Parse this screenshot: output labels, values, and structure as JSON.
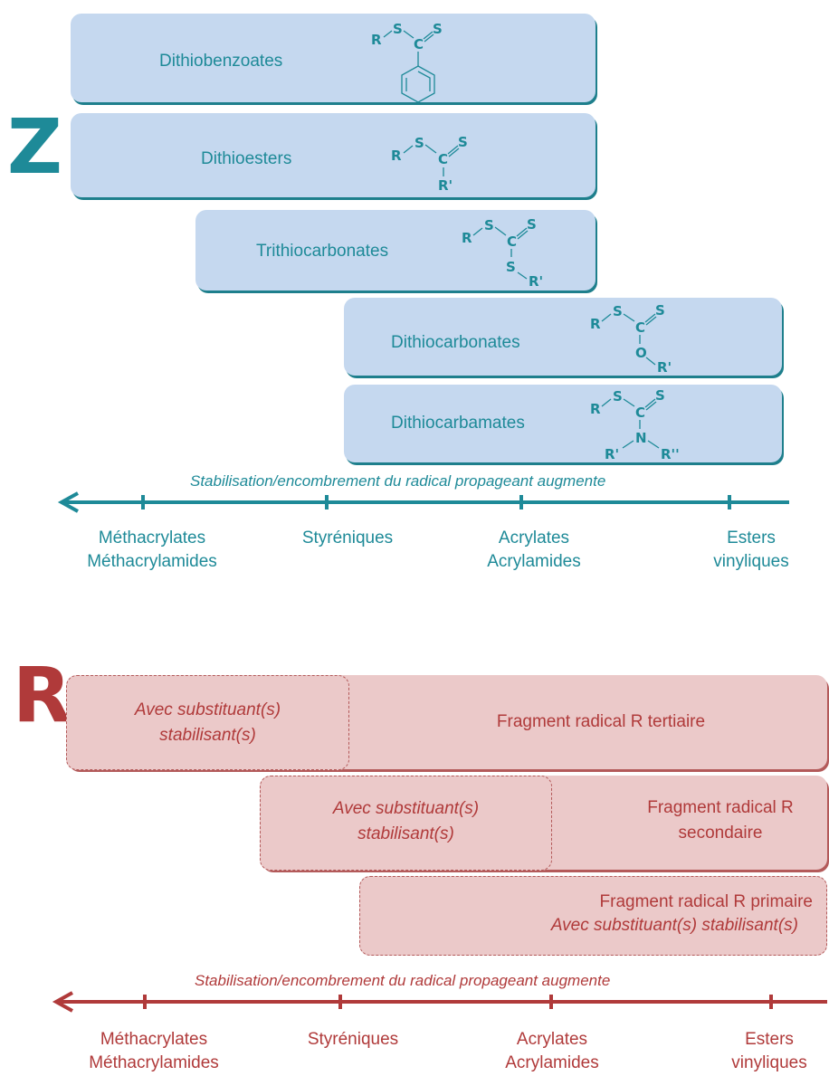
{
  "z_section": {
    "letter": "Z",
    "boxes": [
      {
        "label": "Dithiobenzoates",
        "atoms": {
          "r": "R",
          "s1": "S",
          "c": "C",
          "s2": "S"
        }
      },
      {
        "label": "Dithioesters",
        "atoms": {
          "r": "R",
          "s1": "S",
          "c": "C",
          "s2": "S",
          "sub": "R'"
        }
      },
      {
        "label": "Trithiocarbonates",
        "atoms": {
          "r": "R",
          "s1": "S",
          "c": "C",
          "s2": "S",
          "s3": "S",
          "sub": "R'"
        }
      },
      {
        "label": "Dithiocarbonates",
        "atoms": {
          "r": "R",
          "s1": "S",
          "c": "C",
          "s2": "S",
          "o": "O",
          "sub": "R'"
        }
      },
      {
        "label": "Dithiocarbamates",
        "atoms": {
          "r": "R",
          "s1": "S",
          "c": "C",
          "s2": "S",
          "n": "N",
          "sub1": "R'",
          "sub2": "R''"
        }
      }
    ],
    "axis_caption": "Stabilisation/encombrement du radical propageant  augmente",
    "ticks": [
      {
        "line1": "Méthacrylates",
        "line2": "Méthacrylamides"
      },
      {
        "line1": "Styréniques",
        "line2": ""
      },
      {
        "line1": "Acrylates",
        "line2": "Acrylamides"
      },
      {
        "line1": "Esters",
        "line2": "vinyliques"
      }
    ]
  },
  "r_section": {
    "letter": "R",
    "tertiary": {
      "stab_line1": "Avec substituant(s)",
      "stab_line2": "stabilisant(s)",
      "label": "Fragment radical R   tertiaire"
    },
    "secondary": {
      "stab_line1": "Avec substituant(s)",
      "stab_line2": "stabilisant(s)",
      "label_line1": "Fragment radical R",
      "label_line2": "secondaire"
    },
    "primary": {
      "label": "Fragment radical R   primaire",
      "stab": "Avec substituant(s)  stabilisant(s)"
    },
    "axis_caption": "Stabilisation/encombrement du radical propageant  augmente",
    "ticks": [
      {
        "line1": "Méthacrylates",
        "line2": "Méthacrylamides"
      },
      {
        "line1": "Styréniques",
        "line2": ""
      },
      {
        "line1": "Acrylates",
        "line2": "Acrylamides"
      },
      {
        "line1": "Esters",
        "line2": "vinyliques"
      }
    ]
  },
  "colors": {
    "teal": "#1e8a98",
    "teal_box": "#c5d8ef",
    "red": "#b03a3a",
    "red_box": "#ebc9c9"
  }
}
